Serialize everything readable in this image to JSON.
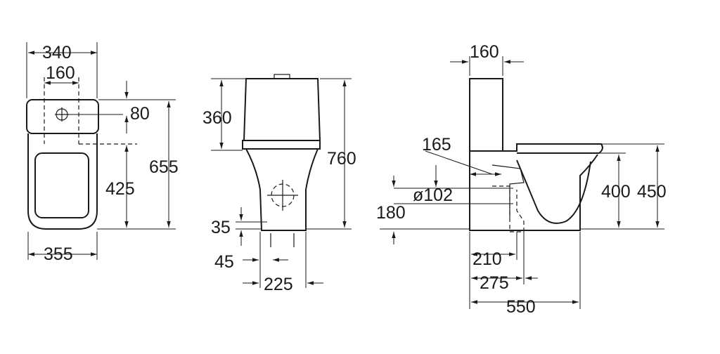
{
  "title": "Close-coupled WC technical drawing",
  "colors": {
    "line": "#1a1a1a",
    "background": "#ffffff"
  },
  "top_view": {
    "width_tank": "340",
    "inlet_spacing": "160",
    "inlet_offset": "80",
    "total_depth": "655",
    "fixing_depth": "425",
    "width_bowl": "355"
  },
  "front_view": {
    "tank_height": "360",
    "total_height": "760",
    "inlet_height": "35",
    "inlet_offset": "45",
    "base_width": "225"
  },
  "side_view": {
    "tank_depth": "160",
    "outlet_offset": "165",
    "outlet_diameter": "ø102",
    "outlet_height": "180",
    "seat_height": "400",
    "total_height": "450",
    "outlet_distance_1": "210",
    "outlet_distance_2": "275",
    "total_length": "550"
  }
}
